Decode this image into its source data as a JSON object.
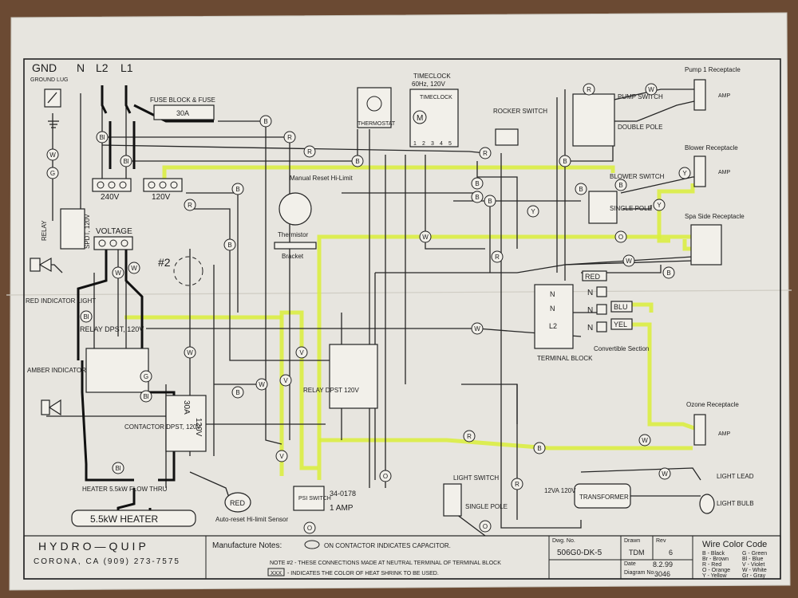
{
  "supply": {
    "gnd": "GND",
    "n": "N",
    "l2": "L2",
    "l1": "L1",
    "ground_lug": "GROUND LUG"
  },
  "labels": {
    "fuse_block": "FUSE BLOCK & FUSE",
    "fuse_rating": "30A",
    "timeclock_title": "TIMECLOCK",
    "timeclock_spec": "60Hz, 120V",
    "timeclock_inner": "TIMECLOCK",
    "timeclock_m": "M",
    "timeclock_terms": [
      "1",
      "2",
      "3",
      "4",
      "5"
    ],
    "thermostat": "THERMOSTAT",
    "rocker_switch": "ROCKER SWITCH",
    "pump_switch": "PUMP SWITCH",
    "double_pole": "DOUBLE POLE",
    "blower_switch": "BLOWER SWITCH",
    "single_pole": "SINGLE POLE",
    "manual_reset": "Manual Reset Hi-Limit",
    "thermistor": "Thermistor",
    "bracket": "Bracket",
    "v240": "240V",
    "v120": "120V",
    "voltage": "VOLTAGE",
    "relay": "RELAY",
    "relay_spec": "SPDT, 120V",
    "note2": "#2",
    "red_indicator": "RED INDICATOR LIGHT",
    "amber_indicator": "AMBER INDICATOR LIGHT",
    "relay_dpst": "RELAY DPST, 120V",
    "relay_dpst_right": "RELAY DPST 120V",
    "contactor": "CONTACTOR DPST, 120V",
    "contactor_a": "30A",
    "contactor_v": "120V",
    "heater": "HEATER 5.5kW FLOW THRU",
    "heater_box": "5.5kW HEATER",
    "auto_reset": "Auto-reset Hi-limit Sensor",
    "auto_reset_red": "RED",
    "psi_switch": "PSI SWITCH",
    "psi_part": "34-0178",
    "psi_amp": "1 AMP",
    "light_switch": "LIGHT SWITCH",
    "light_single_pole": "SINGLE POLE",
    "terminal_block": "TERMINAL BLOCK",
    "tb_n": "N",
    "tb_l2": "L2",
    "convertible": "Convertible Section",
    "conv_red": "RED",
    "conv_blu": "BLU",
    "conv_yel": "YEL",
    "conv_n": "N",
    "transformer": "TRANSFORMER",
    "transformer_spec": "12VA 120V",
    "light_lead": "LIGHT LEAD",
    "light_bulb": "LIGHT BULB"
  },
  "receptacles": {
    "pump1": "Pump 1 Receptacle",
    "blower": "Blower Receptacle",
    "spa_side": "Spa Side Receptacle",
    "ozone": "Ozone Receptacle",
    "amp": "AMP"
  },
  "wire_codes": [
    "W",
    "G",
    "R",
    "B",
    "Bl",
    "Y",
    "O",
    "V"
  ],
  "title_block": {
    "company": "HYDRO—QUIP",
    "address": "CORONA, CA (909) 273-7575",
    "manufacture_notes": "Manufacture Notes:",
    "note_capacitor": "ON CONTACTOR INDICATES CAPACITOR.",
    "note_neutral": "NOTE #2 - THESE CONNECTIONS MADE AT NEUTRAL TERMINAL OF TERMINAL BLOCK",
    "note_xxx": "XXX",
    "note_heat": "- INDICATES THE COLOR OF HEAT SHRINK TO BE USED.",
    "dwg_label": "Dwg. No.",
    "dwg_no": "506G0-DK-5",
    "drawn_label": "Drawn",
    "drawn": "TDM",
    "rev_label": "Rev",
    "rev": "6",
    "date_label": "Date",
    "date": "8.2.99",
    "diagram_label": "Diagram No.",
    "diagram_no": "3046",
    "wire_color_title": "Wire Color Code",
    "wire_colors_left": [
      "B - Black",
      "Br - Brown",
      "R - Red",
      "O - Orange",
      "Y - Yellow"
    ],
    "wire_colors_right": [
      "G - Green",
      "Bl - Blue",
      "V - Violet",
      "W - White",
      "Gr - Gray"
    ]
  }
}
